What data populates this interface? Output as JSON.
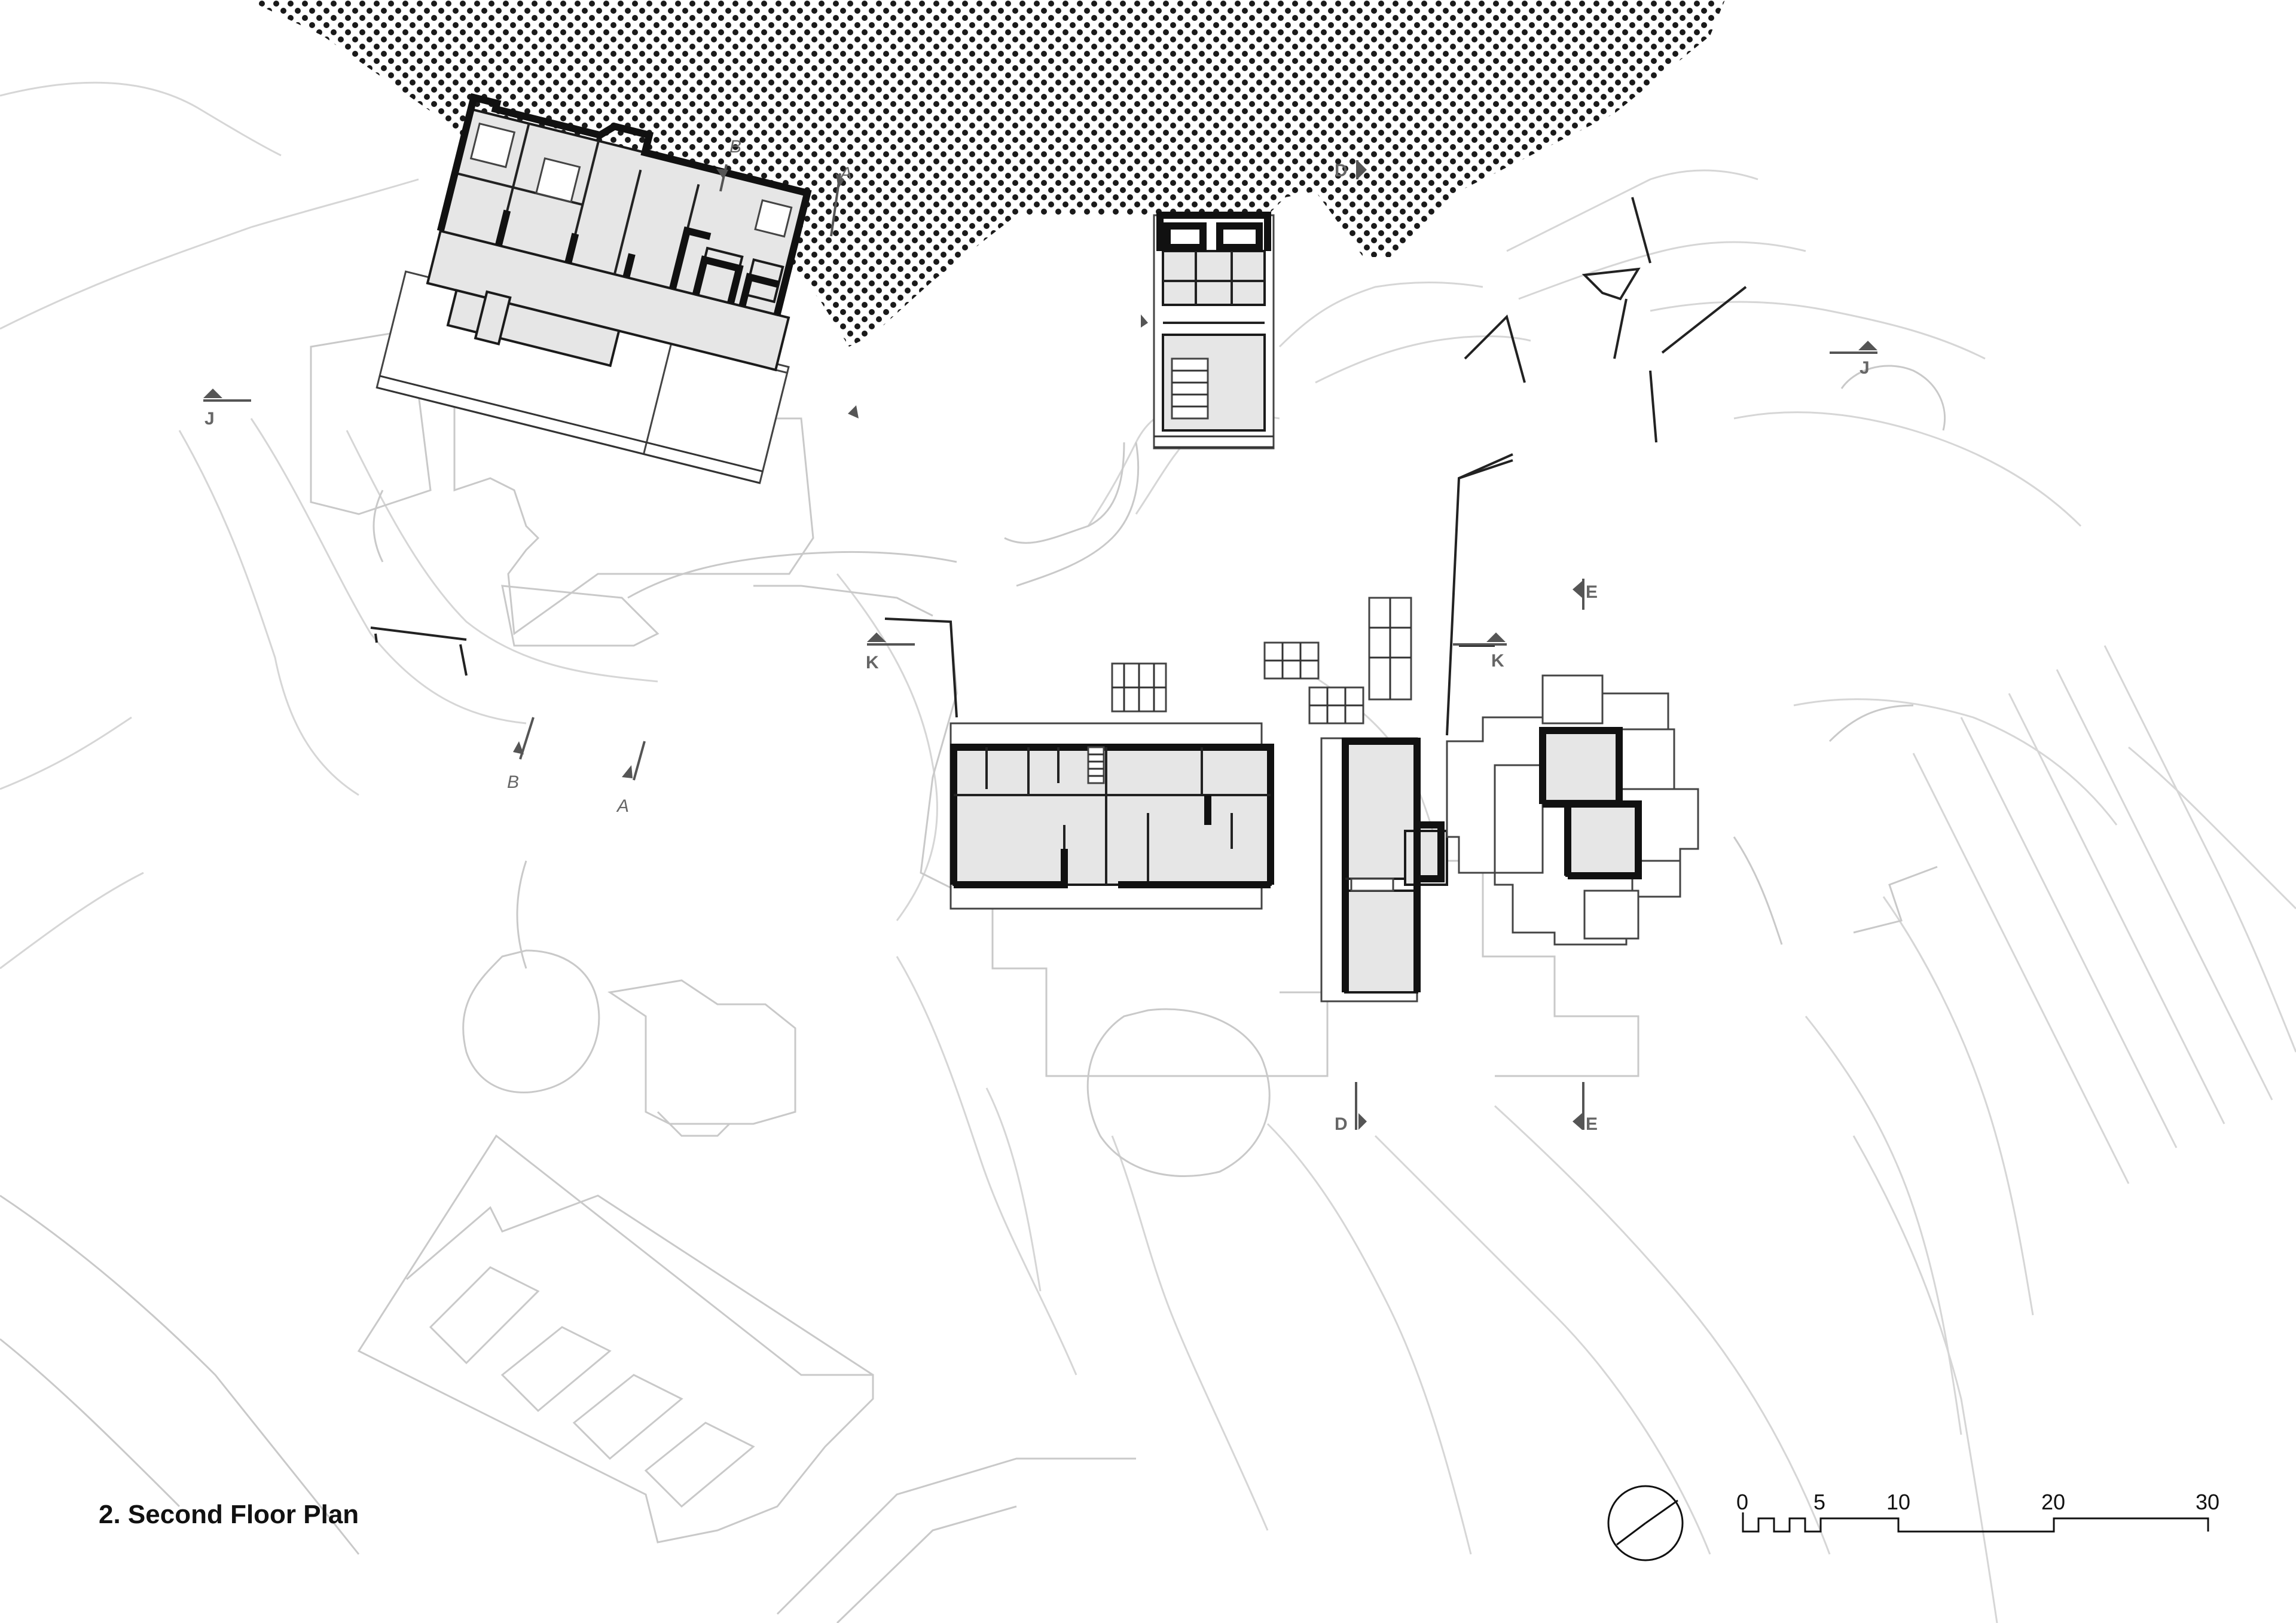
{
  "drawing": {
    "title": "2.  Second Floor Plan"
  },
  "section_markers": [
    {
      "id": "B-top",
      "label": "B"
    },
    {
      "id": "A-top",
      "label": "A"
    },
    {
      "id": "D-top",
      "label": "D"
    },
    {
      "id": "J-left",
      "label": "J"
    },
    {
      "id": "J-right",
      "label": "J"
    },
    {
      "id": "E-top",
      "label": "E"
    },
    {
      "id": "K-left",
      "label": "K"
    },
    {
      "id": "K-right",
      "label": "K"
    },
    {
      "id": "B-bottom",
      "label": "B"
    },
    {
      "id": "A-bottom",
      "label": "A"
    },
    {
      "id": "D-bottom",
      "label": "D"
    },
    {
      "id": "E-bottom",
      "label": "E"
    }
  ],
  "scale_bar": {
    "labels": [
      "0",
      "5",
      "10",
      "20",
      "30"
    ]
  },
  "colors": {
    "wall": "#111111",
    "room_fill": "#e6e6e6",
    "context_line": "#d6d6d6",
    "dot_pattern": "#1a1a1a"
  }
}
